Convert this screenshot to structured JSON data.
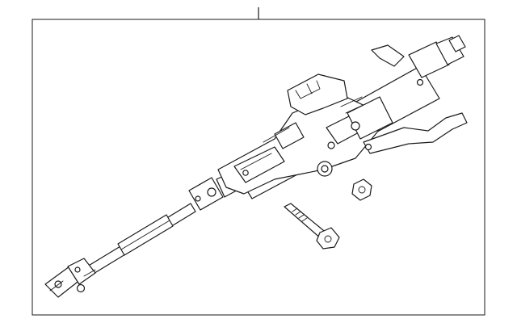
{
  "diagram": {
    "background": "#ffffff",
    "line_color": "#1a1a1a",
    "parts": [
      {
        "name": "steering-column-assembly",
        "icon": "steering-column-icon"
      },
      {
        "name": "intermediate-shaft",
        "icon": "shaft-icon"
      },
      {
        "name": "universal-joint",
        "icon": "u-joint-icon"
      },
      {
        "name": "mounting-bolt",
        "icon": "bolt-icon"
      },
      {
        "name": "hex-nut",
        "icon": "nut-icon"
      }
    ]
  }
}
